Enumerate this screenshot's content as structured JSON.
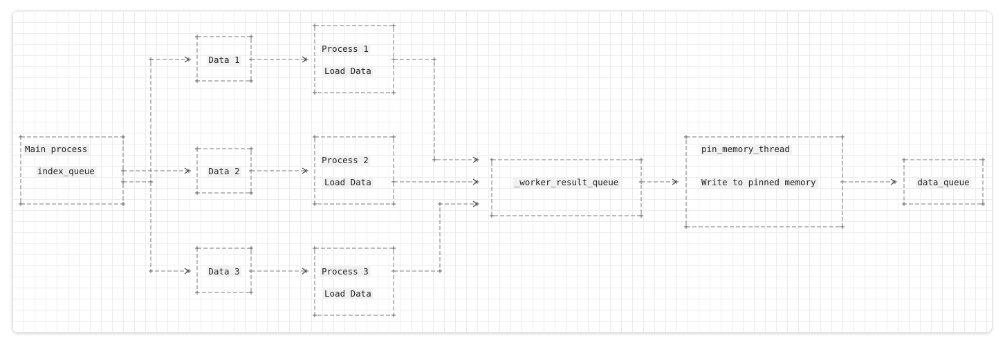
{
  "diagram": {
    "nodes": [
      {
        "id": "main",
        "lines": [
          "Main process",
          "index_queue"
        ]
      },
      {
        "id": "data1",
        "lines": [
          "Data 1"
        ]
      },
      {
        "id": "data2",
        "lines": [
          "Data 2"
        ]
      },
      {
        "id": "data3",
        "lines": [
          "Data 3"
        ]
      },
      {
        "id": "proc1",
        "lines": [
          "Process 1",
          "Load Data"
        ]
      },
      {
        "id": "proc2",
        "lines": [
          "Process 2",
          "Load Data"
        ]
      },
      {
        "id": "proc3",
        "lines": [
          "Process 3",
          "Load Data"
        ]
      },
      {
        "id": "wrq",
        "lines": [
          "_worker_result_queue"
        ]
      },
      {
        "id": "pin",
        "lines": [
          "pin_memory_thread",
          "Write to pinned memory"
        ]
      },
      {
        "id": "dq",
        "lines": [
          "data_queue"
        ]
      }
    ],
    "edges": [
      {
        "from": "main",
        "to": "data1"
      },
      {
        "from": "main",
        "to": "data2"
      },
      {
        "from": "main",
        "to": "data3"
      },
      {
        "from": "data1",
        "to": "proc1"
      },
      {
        "from": "data2",
        "to": "proc2"
      },
      {
        "from": "data3",
        "to": "proc3"
      },
      {
        "from": "proc1",
        "to": "wrq"
      },
      {
        "from": "proc2",
        "to": "wrq"
      },
      {
        "from": "proc3",
        "to": "wrq"
      },
      {
        "from": "wrq",
        "to": "pin"
      },
      {
        "from": "pin",
        "to": "dq"
      }
    ]
  }
}
